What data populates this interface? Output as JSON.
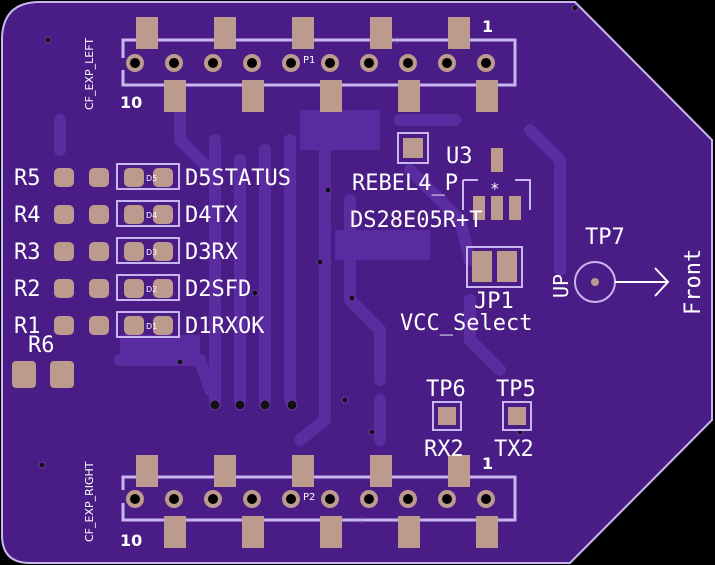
{
  "colors": {
    "background": "#000000",
    "board": "#4a1d86",
    "copper": "#5a2aa0",
    "trace": "#5b2ba0",
    "outline": "#c9b6f0",
    "pad": "#bd9a8e",
    "hole": "#000000",
    "silkscreen": "#ffffff",
    "via": "#111111"
  },
  "connectors": {
    "left": {
      "name": "CF_EXP_LEFT",
      "ref": "P1",
      "pin_first": "1",
      "pin_last": "10"
    },
    "right": {
      "name": "CF_EXP_RIGHT",
      "ref": "P2",
      "pin_first": "1",
      "pin_last": "10"
    }
  },
  "leds": [
    {
      "resistor": "R5",
      "led": "D5",
      "label": "D5STATUS"
    },
    {
      "resistor": "R4",
      "led": "D4",
      "label": "D4TX"
    },
    {
      "resistor": "R3",
      "led": "D3",
      "label": "D3RX"
    },
    {
      "resistor": "R2",
      "led": "D2",
      "label": "D2SFD"
    },
    {
      "resistor": "R1",
      "led": "D1",
      "label": "D1RXOK"
    }
  ],
  "resistor6": "R6",
  "u3": {
    "ref": "U3",
    "value": "DS28E05R+T",
    "mark": "*"
  },
  "rebel": "REBEL4_P",
  "jumper": {
    "ref": "JP1",
    "value": "VCC_Select"
  },
  "testpoints": {
    "tp5": {
      "ref": "TP5",
      "label": "TX2"
    },
    "tp6": {
      "ref": "TP6",
      "label": "RX2"
    },
    "tp7": {
      "ref": "TP7"
    }
  },
  "orientation": {
    "up": "UP",
    "front": "Front"
  }
}
